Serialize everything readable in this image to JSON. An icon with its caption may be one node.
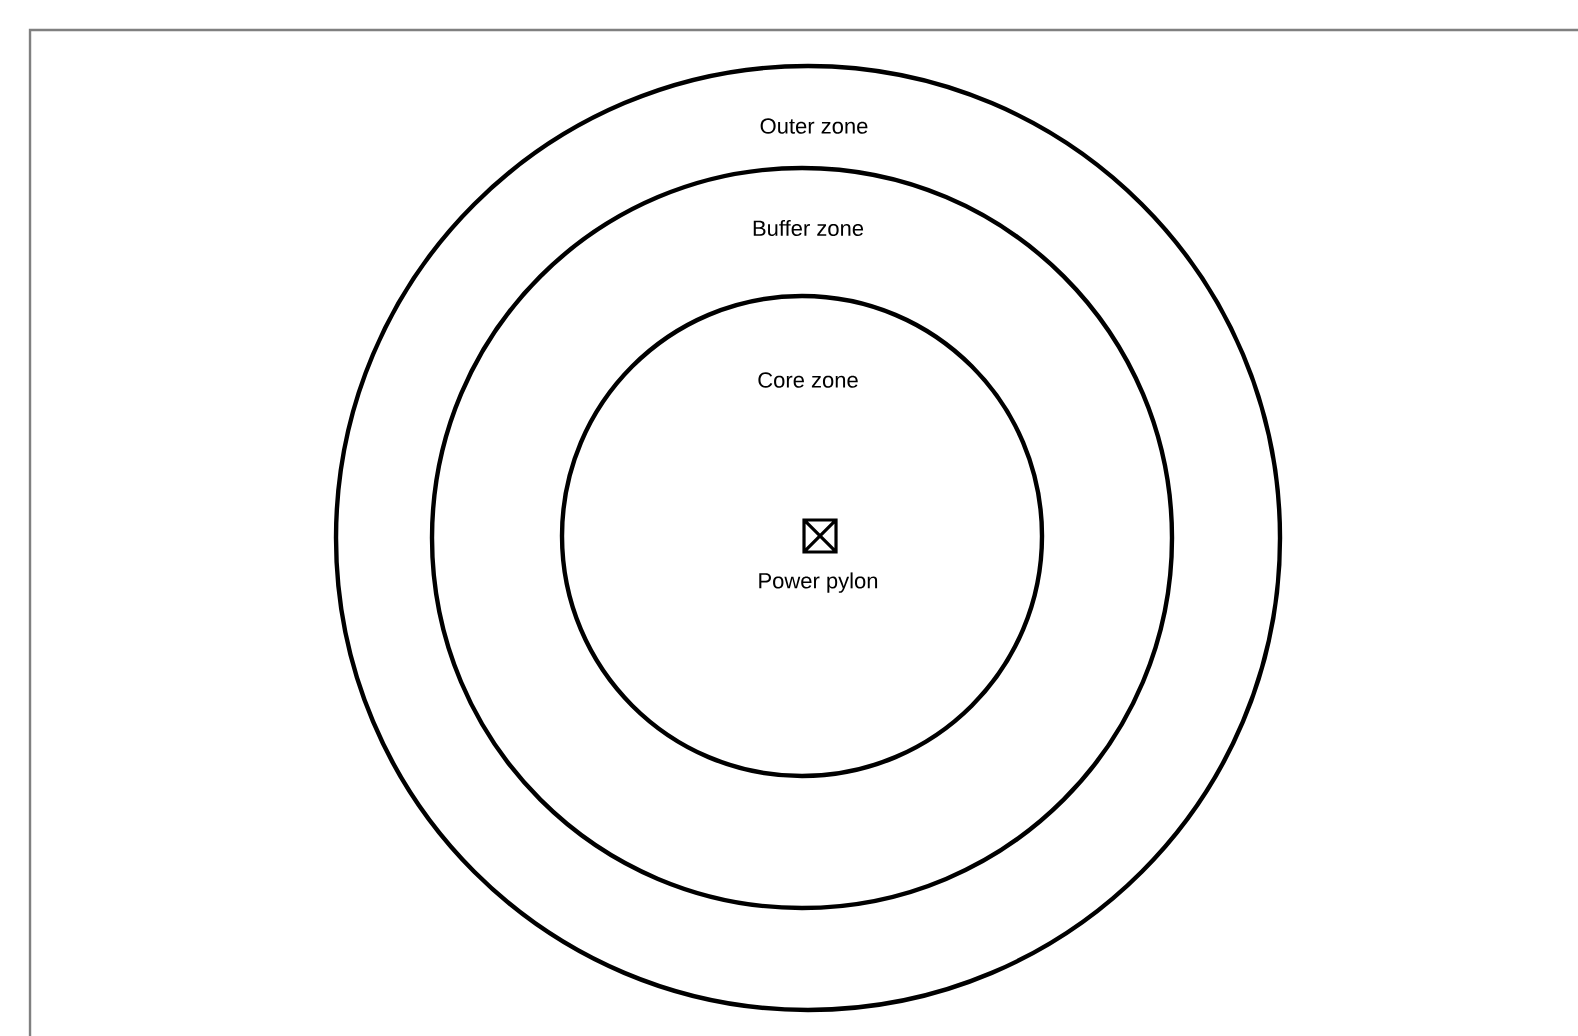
{
  "diagram": {
    "nodes": [
      {
        "text": [
          "Outer zone"
        ]
      },
      {
        "text": [
          "Buffer zone"
        ],
        "in": 0
      },
      {
        "text": [
          "Core zone"
        ],
        "in": 1
      },
      {
        "text": [
          "Power pylon"
        ],
        "in": 2
      }
    ]
  }
}
